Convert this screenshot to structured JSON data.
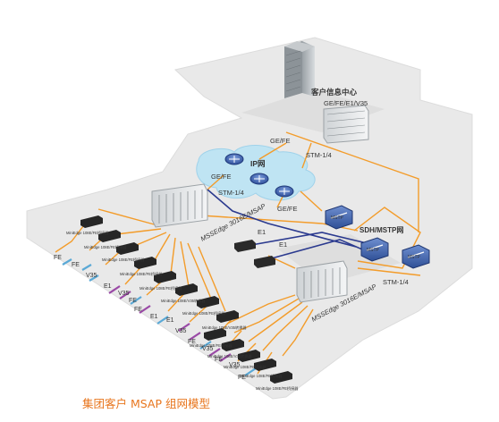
{
  "diagram": {
    "caption": "集团客户 MSAP 组网模型",
    "customer_center": {
      "title": "客户信息中心",
      "interface": "GE/FE/E1/V35"
    },
    "ip_network": {
      "label": "IP网",
      "links": [
        "GE/FE",
        "GE/FE",
        "GE/FE"
      ]
    },
    "sdh_network": {
      "label": "SDH/MSTP网",
      "nodes": [
        "MSTP",
        "MSTP",
        "MSTP"
      ]
    },
    "stm_links": [
      "STM-1/4",
      "STM-1/4",
      "STM-1/4"
    ],
    "e1_links": [
      "E1",
      "E1"
    ],
    "msap_upper": "MSSEdge 3016E/MSAP",
    "msap_lower": "MSSEdge 3016E/MSAP",
    "access_devices_upper": [
      "MiniEdge 108E/FE桥接器",
      "MiniEdge 108E/FE桥接器",
      "MiniEdge 108E/FE桥接器",
      "MiniEdge 108E/FE桥接器",
      "MiniEdge 108E/FE桥接器",
      "MiniEdge 108E/V35转换器",
      "MiniEdge 108E/FE桥接器",
      "MiniEdge 108E/V35转换器"
    ],
    "access_devices_lower": [
      "MiniEdge 108E/FE桥接器",
      "MiniEdge 108E/V35转换器",
      "MiniEdge 108E/FE桥接器",
      "MiniEdge 108E/FE桥接器",
      "MiniEdge 108E/FE桥接器"
    ],
    "client_labels_upper": [
      "FE",
      "FE",
      "V35",
      "E1",
      "V35",
      "FE",
      "FE",
      "E1"
    ],
    "client_labels_lower": [
      "E1",
      "V35",
      "FE",
      "V35",
      "FE",
      "V35",
      "FE"
    ],
    "colors": {
      "caption": "#e8761e",
      "orange_link": "#f39c2a",
      "blue_link": "#2b3a8f",
      "platform": "#e9e9e9",
      "cloud": "#bfe4f3"
    }
  }
}
